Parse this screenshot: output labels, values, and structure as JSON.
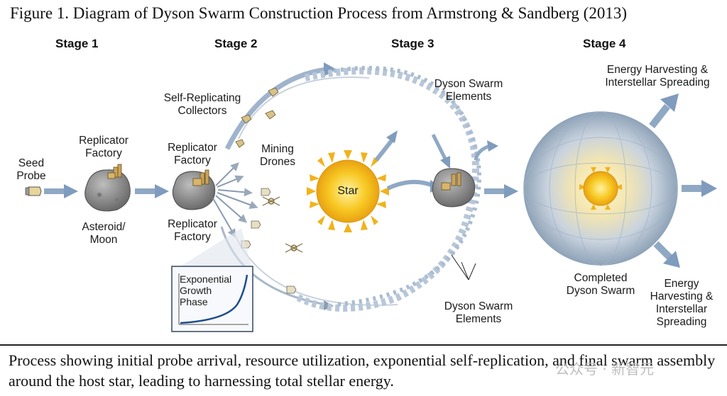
{
  "title": "Figure 1. Diagram of Dyson Swarm Construction Process from Armstrong & Sandberg (2013)",
  "stages": [
    "Stage 1",
    "Stage 2",
    "Stage 3",
    "Stage 4"
  ],
  "labels": {
    "seed_probe": "Seed\nProbe",
    "replicator_factory_1": "Replicator\nFactory",
    "asteroid_moon": "Asteroid/\nMoon",
    "self_replicating_collectors": "Self-Replicating\nCollectors",
    "replicator_factory_2": "Replicator\nFactory",
    "replicator_factory_3": "Replicator\nFactory",
    "mining_drones": "Mining\nDrones",
    "star": "Star",
    "dyson_swarm_elements_top": "Dyson Swarm\nElements",
    "dyson_swarm_elements_bottom": "Dyson Swarm\nElements",
    "energy_harvesting_top": "Energy Harvesting &\nInterstellar Spreading",
    "energy_harvesting_bottom": "Energy\nHarvesting &\nInterstellar\nSpreading",
    "completed_dyson_swarm": "Completed\nDyson Swarm",
    "exponential_growth_phase": "Exponential\nGrowth\nPhase"
  },
  "caption": "Process showing initial probe arrival, resource utilization, exponential self-replication, and final swarm assembly around the host star, leading to harnessing total stellar energy.",
  "watermark": "公众号 · 新智元",
  "colors": {
    "arrow": "#8fa8c4",
    "star": "#f6c21f",
    "asteroid": "#8c8c8c",
    "sphere": "#b7c6d6"
  }
}
